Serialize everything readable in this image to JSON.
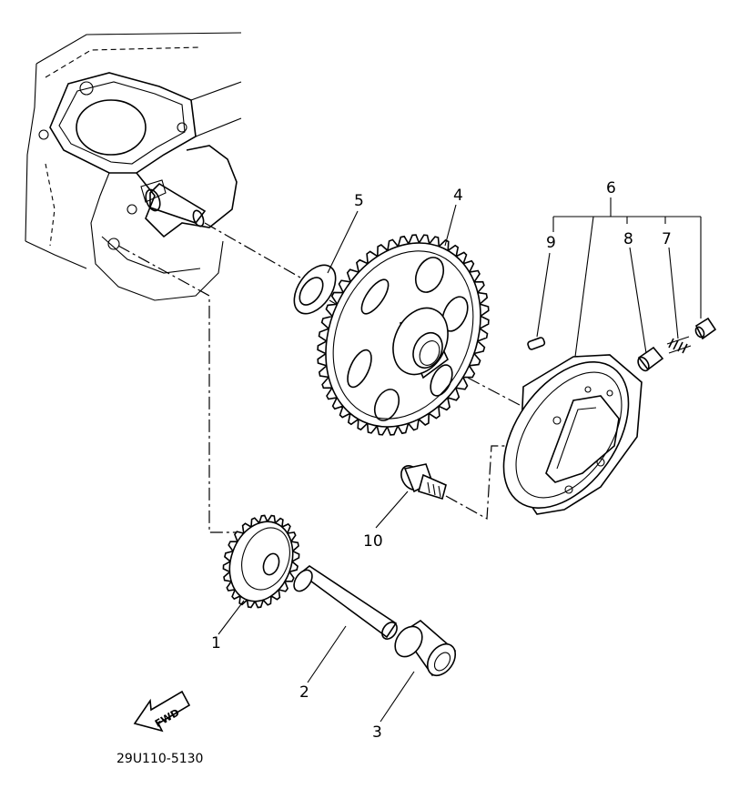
{
  "diagram": {
    "callouts": {
      "c1": "1",
      "c2": "2",
      "c3": "3",
      "c4": "4",
      "c5": "5",
      "c6": "6",
      "c7": "7",
      "c8": "8",
      "c9": "9",
      "c10": "10"
    },
    "fwd_label": "FWD",
    "drawing_code": "29U110-5130"
  }
}
